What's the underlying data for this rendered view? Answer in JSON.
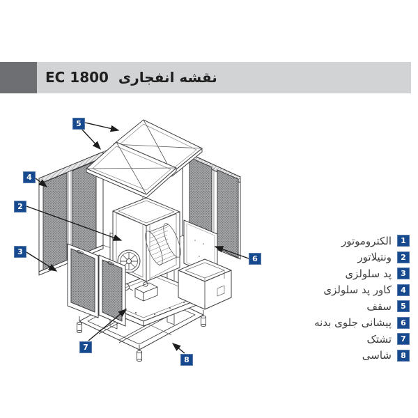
{
  "header": {
    "title": "نقشه انفجاری  EC 1800"
  },
  "legend": {
    "items": [
      {
        "number": "1",
        "label": "الکتروموتور"
      },
      {
        "number": "2",
        "label": "ونتیلاتور"
      },
      {
        "number": "3",
        "label": "پد سلولزی"
      },
      {
        "number": "4",
        "label": "کاور پد سلولزی"
      },
      {
        "number": "5",
        "label": "سقف"
      },
      {
        "number": "6",
        "label": "پیشانی جلوی بدنه"
      },
      {
        "number": "7",
        "label": "تشتک"
      },
      {
        "number": "8",
        "label": "شاسی"
      }
    ]
  },
  "diagram": {
    "callouts": [
      {
        "number": "5"
      },
      {
        "number": "4"
      },
      {
        "number": "2"
      },
      {
        "number": "3"
      },
      {
        "number": "6"
      },
      {
        "number": "7"
      },
      {
        "number": "8"
      }
    ]
  },
  "colors": {
    "callout_blue": "#17498f",
    "header_block": "#6e6f72",
    "header_bar": "#d2d3d5"
  }
}
